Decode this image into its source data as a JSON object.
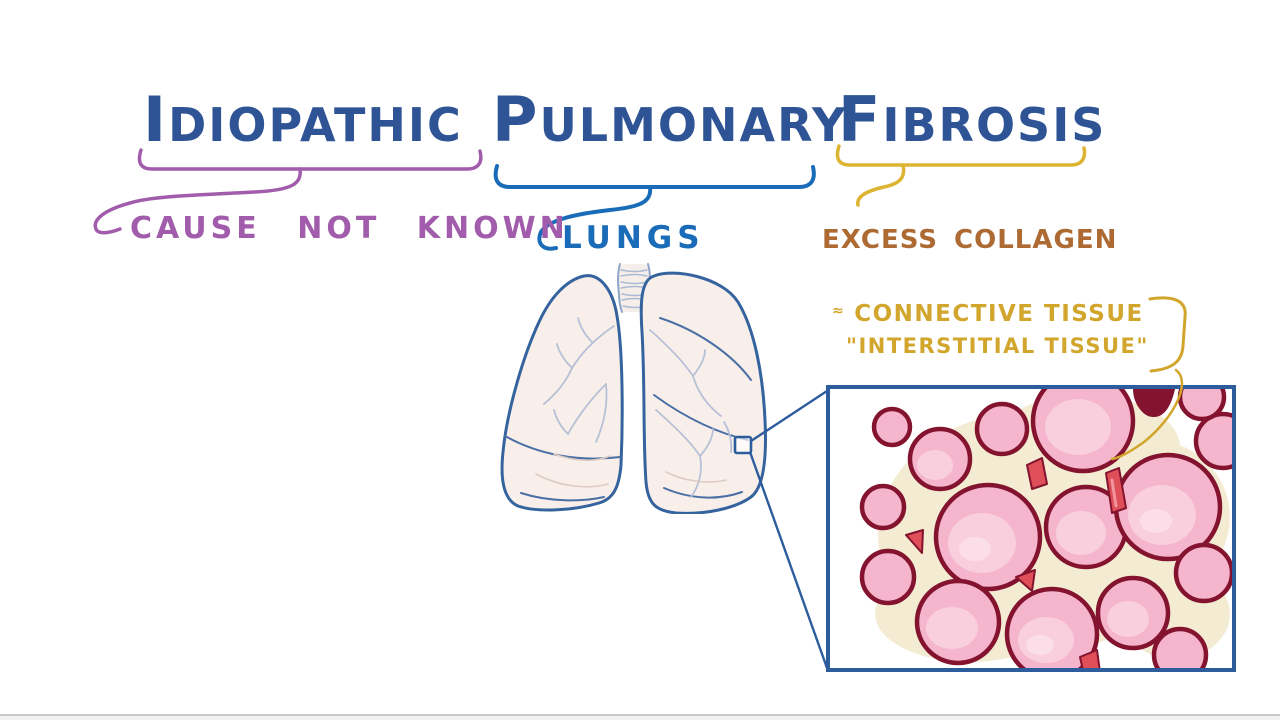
{
  "title": {
    "word1": "IDIOPATHIC",
    "word2": "PULMONARY",
    "word3": "FIBROSIS"
  },
  "labels": {
    "cause": "CAUSE NOT KNOWN",
    "lungs": "LUNGS",
    "collagen": "EXCESS COLLAGEN",
    "approx_symbol": "≈",
    "connective": "CONNECTIVE TISSUE",
    "interstitial": "\"INTERSTITIAL TISSUE\""
  },
  "colors": {
    "title_blue": "#2f5496",
    "idiopathic_underline_purple": "#a15cab",
    "pulmonary_underline_blue": "#1b6cb8",
    "fibrosis_underline_gold": "#dcb431",
    "collagen_brown": "#ad6a33",
    "tissue_gold": "#d2a62c",
    "lung_outline_blue": "#35639e",
    "lung_fill": "#f8efeb",
    "inset_border_blue": "#2d5d9d",
    "alveoli_pink": "#f5b5cc",
    "alveoli_outline_maroon": "#84132f",
    "interstitium_cream": "#f3ecd2",
    "capillary_red": "#df4f58"
  },
  "figures": {
    "lungs": "lungs-illustration",
    "inset": "alveoli-histology-inset",
    "callout": "magnified-region-callout"
  }
}
